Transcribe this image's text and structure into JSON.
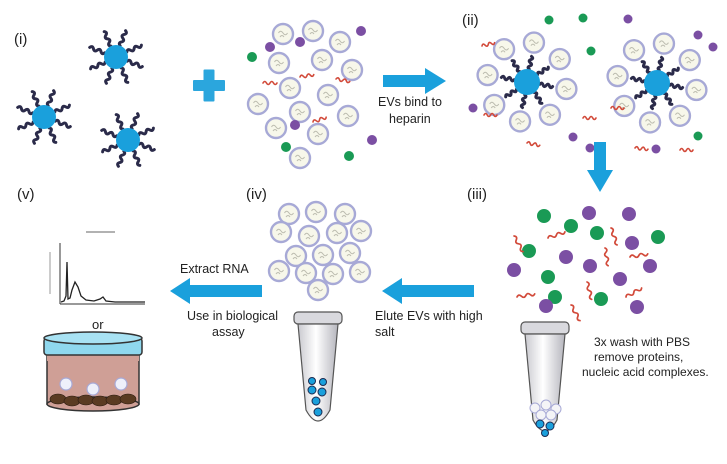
{
  "steps": {
    "i": "(i)",
    "ii": "(ii)",
    "iii": "(iii)",
    "iv": "(iv)",
    "v": "(v)"
  },
  "labels": {
    "bind_line1": "EVs bind to",
    "bind_line2": "heparin",
    "wash_line1": "3x wash with PBS",
    "wash_line2": "remove proteins,",
    "wash_line3": "nucleic acid complexes.",
    "elute_line1": "Elute EVs with high",
    "elute_line2": "salt",
    "extract": "Extract RNA",
    "use_line1": "Use in biological",
    "use_line2": "assay",
    "or": "or"
  },
  "colors": {
    "bead": "#1aa0dc",
    "heparin": "#2b2b4a",
    "ev_outline": "#a7a9d6",
    "ev_fill": "#f7f7ea",
    "protein_purple": "#7b4fa3",
    "protein_green": "#1a9a55",
    "nucleic_red": "#d24a3a",
    "arrow": "#1aa0dc",
    "dish_lid": "#8fd8ee",
    "dish_medium": "#cf9f96",
    "dish_cells": "#5a3b22"
  }
}
